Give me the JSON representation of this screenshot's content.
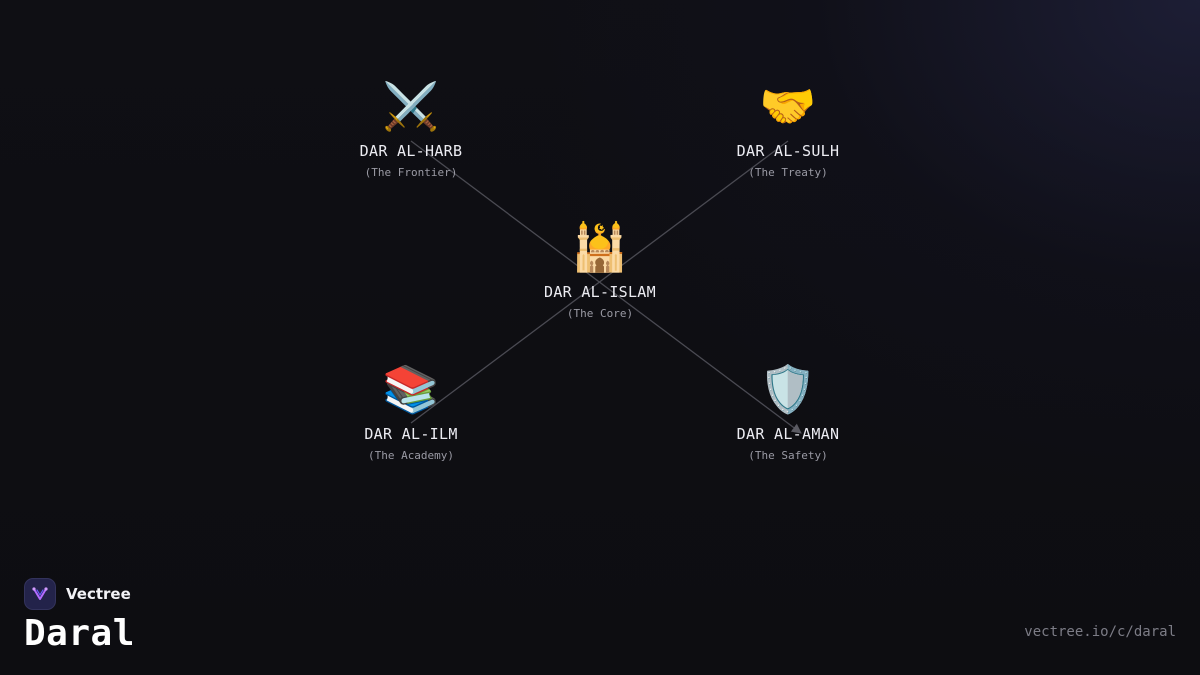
{
  "nodes": {
    "harb": {
      "emoji": "⚔️",
      "title": "DAR AL-HARB",
      "subtitle": "(The Frontier)"
    },
    "sulh": {
      "emoji": "🤝",
      "title": "DAR AL-SULH",
      "subtitle": "(The Treaty)"
    },
    "islam": {
      "emoji": "🕌",
      "title": "DAR AL-ISLAM",
      "subtitle": "(The Core)"
    },
    "ilm": {
      "emoji": "📚",
      "title": "DAR AL-ILM",
      "subtitle": "(The Academy)"
    },
    "aman": {
      "emoji": "🛡️",
      "title": "DAR AL-AMAN",
      "subtitle": "(The Safety)"
    }
  },
  "brand": {
    "name": "Vectree",
    "page_title": "Daral",
    "url": "vectree.io/c/daral"
  },
  "colors": {
    "background": "#0e0e12",
    "link": "#5a5a62",
    "logo_bg": "#23234a",
    "logo_accent": "#b36bff"
  }
}
